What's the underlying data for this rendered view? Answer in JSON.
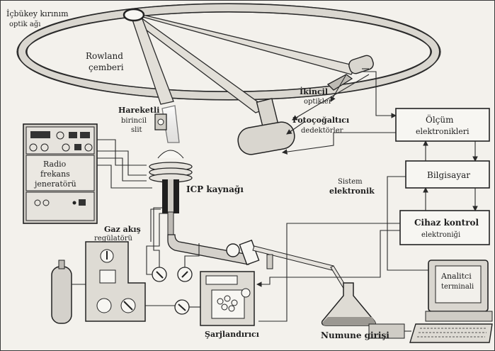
{
  "labels": {
    "grating": [
      "İçbükey kırınım",
      "optik ağı"
    ],
    "rowland": [
      "Rowland",
      "çemberi"
    ],
    "slit": [
      "Hareketli",
      "birincil",
      "slit"
    ],
    "secondary_optics": [
      "İkincil",
      "optikler"
    ],
    "detectors": [
      "Fotoçoğaltıcı",
      "dedektörler"
    ],
    "measurement": [
      "Ölçüm",
      "elektronikleri"
    ],
    "radio": [
      "Radio",
      "frekans",
      "jeneratörü"
    ],
    "computer": "Bilgisayar",
    "system_electronics": [
      "Sistem",
      "elektronik"
    ],
    "icp": "ICP kaynağı",
    "device_control": [
      "Cihaz kontrol",
      "elektroniği"
    ],
    "gas_regulator": [
      "Gaz akış",
      "regülatörü"
    ],
    "analyst_terminal": [
      "Analitci",
      "terminali"
    ],
    "sample_input": "Numune girişi",
    "nebulizer": "Şarjlandırıcı"
  },
  "colors": {
    "ink": "#222222",
    "paper": "#f3f1ec",
    "shade": "#d4d1cb"
  }
}
